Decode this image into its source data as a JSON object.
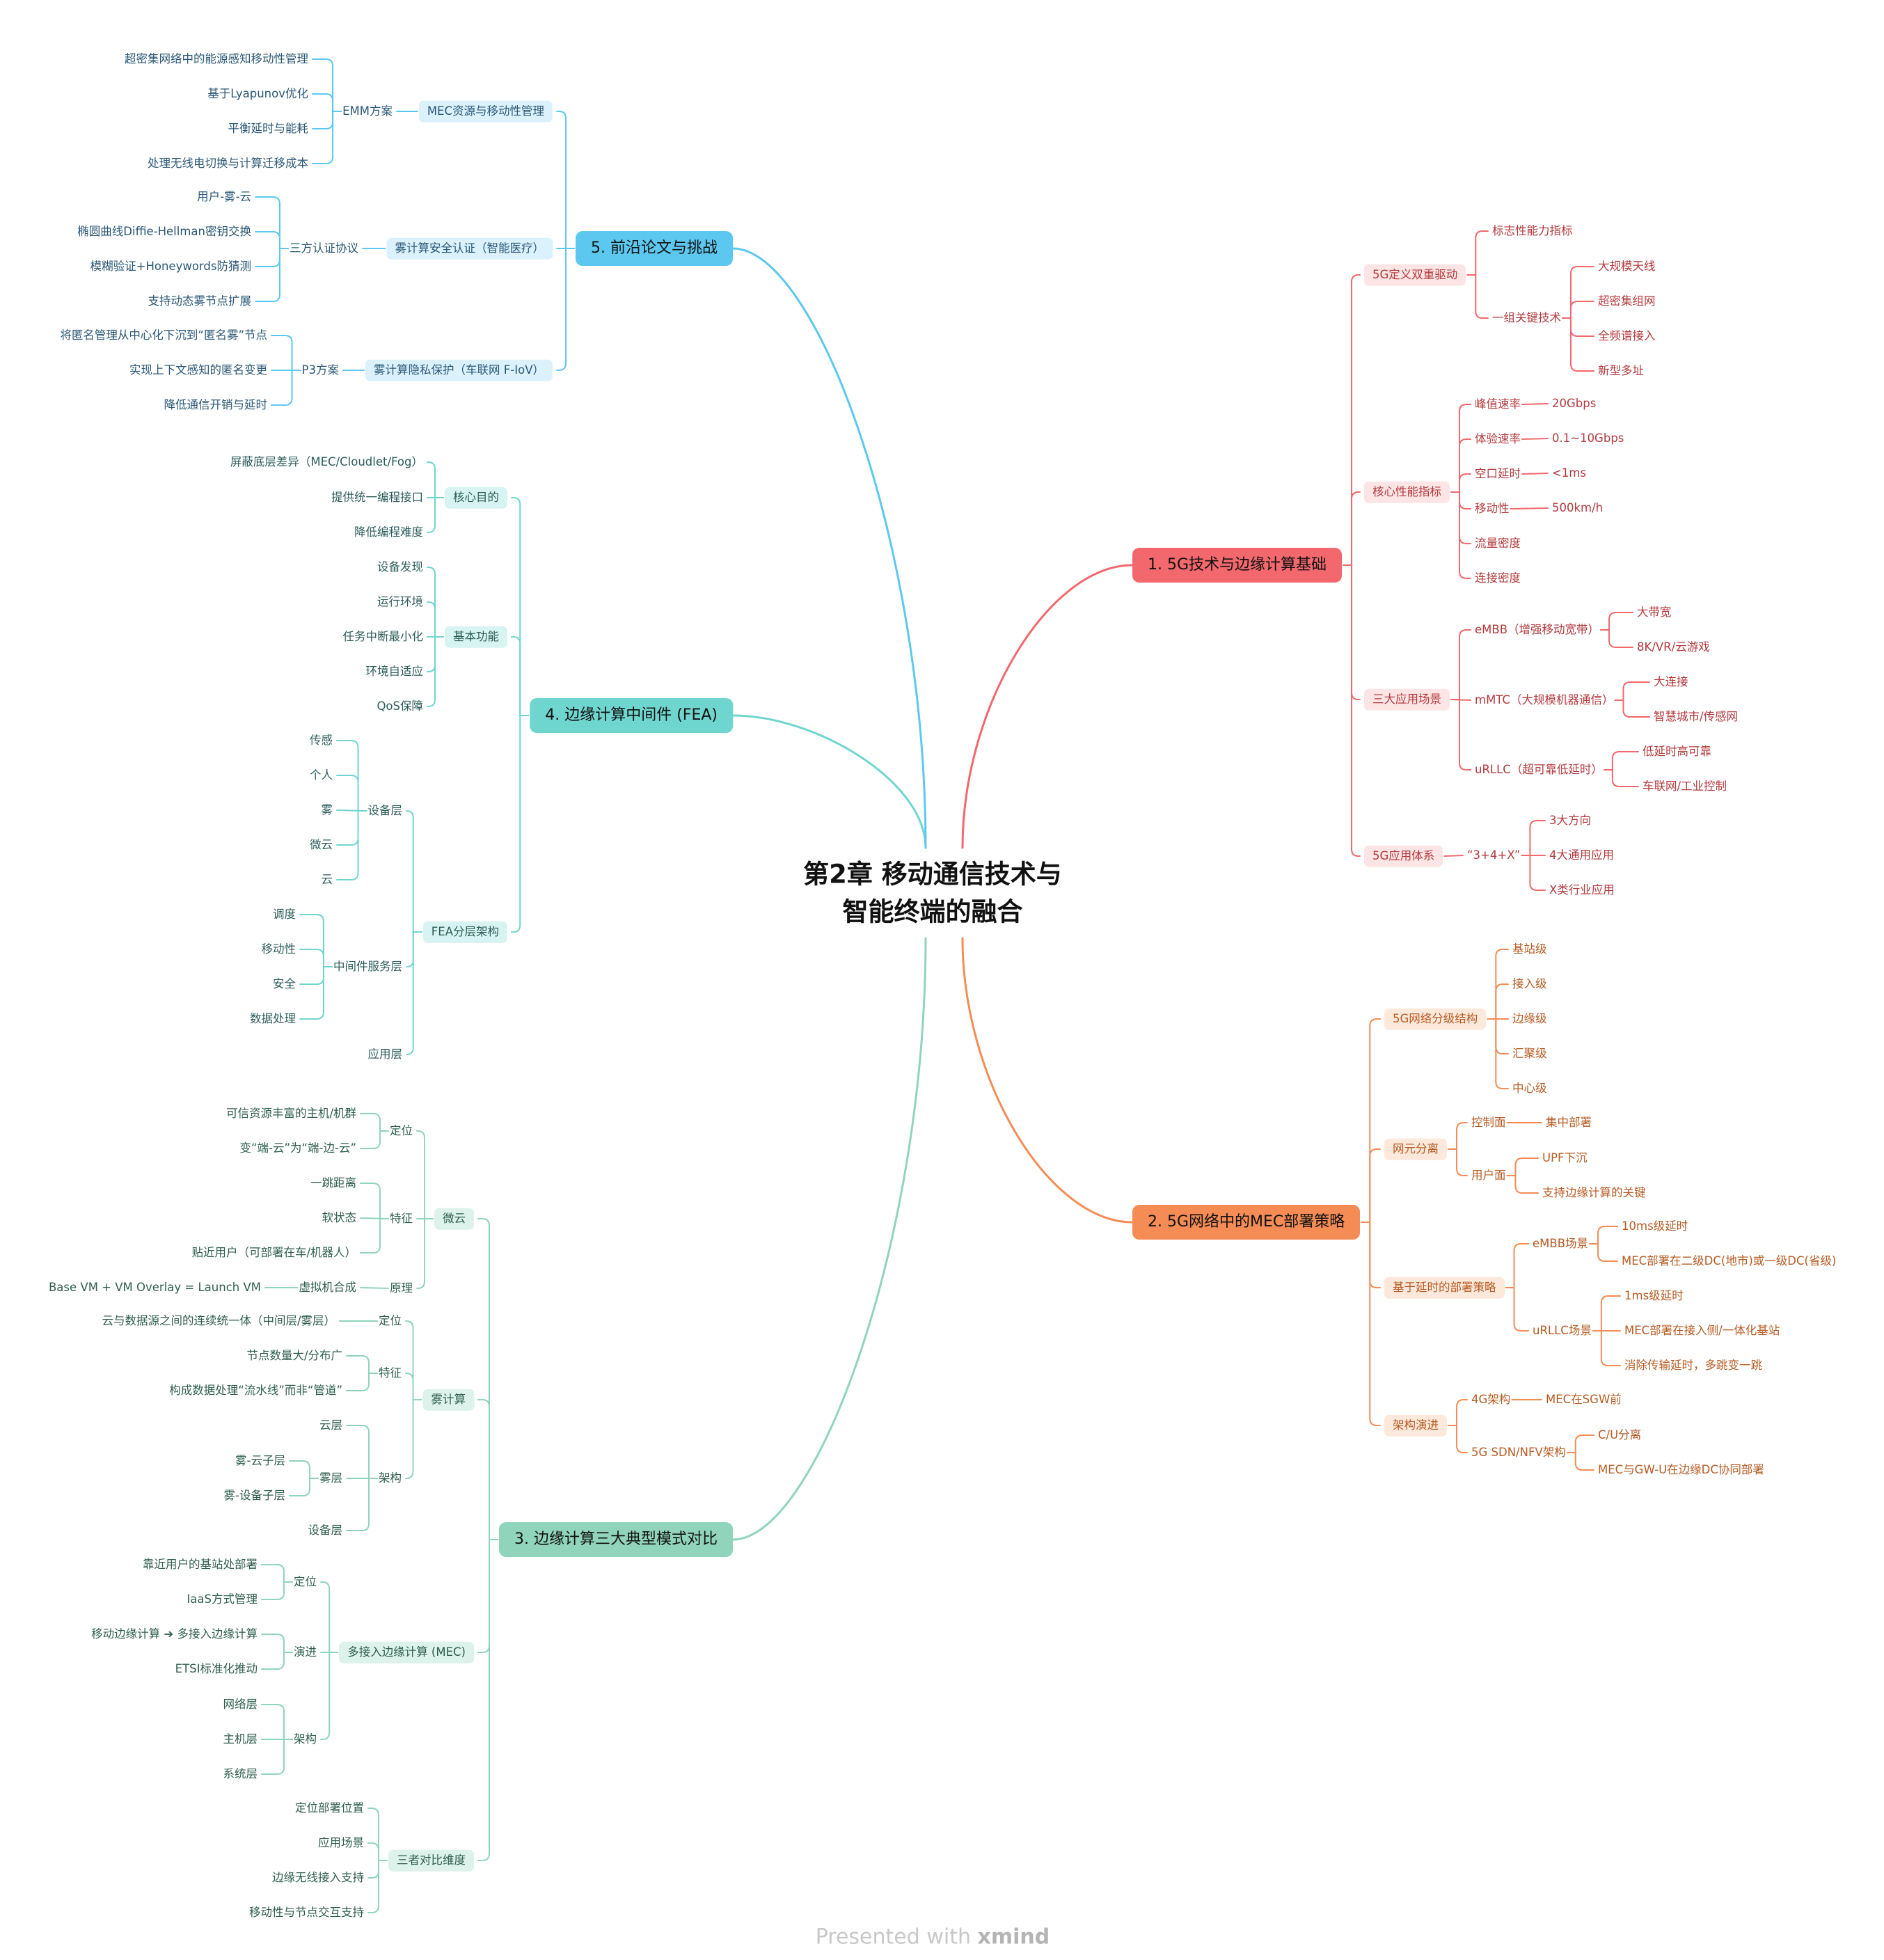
{
  "center": {
    "line1": "第2章 移动通信技术与",
    "line2": "智能终端的融合"
  },
  "footer": {
    "presented": "Presented with",
    "brand": "xmind"
  },
  "colors": {
    "red": "#f2686c",
    "red_bg": "#fde5e5",
    "red_text": "#b33a3e",
    "orange": "#f58c55",
    "orange_bg": "#fde9dc",
    "orange_text": "#b65c24",
    "green": "#8fd4bb",
    "green_bg": "#dcf2ea",
    "green_text": "#2f5e4f",
    "teal": "#6fd6cf",
    "teal_bg": "#d8f4f2",
    "teal_text": "#2c5d5a",
    "blue": "#5cc8f0",
    "blue_bg": "#dbf1fb",
    "blue_text": "#2b5876"
  },
  "branches": [
    {
      "label": "1. 5G技术与边缘计算基础",
      "side": "right",
      "color": "red",
      "children": [
        {
          "label": "5G定义双重驱动",
          "children": [
            {
              "label": "标志性能力指标"
            },
            {
              "label": "一组关键技术",
              "children": [
                {
                  "label": "大规模天线"
                },
                {
                  "label": "超密集组网"
                },
                {
                  "label": "全频谱接入"
                },
                {
                  "label": "新型多址"
                }
              ]
            }
          ]
        },
        {
          "label": "核心性能指标",
          "children": [
            {
              "label": "峰值速率",
              "children": [
                {
                  "label": "20Gbps"
                }
              ]
            },
            {
              "label": "体验速率",
              "children": [
                {
                  "label": "0.1~10Gbps"
                }
              ]
            },
            {
              "label": "空口延时",
              "children": [
                {
                  "label": "<1ms"
                }
              ]
            },
            {
              "label": "移动性",
              "children": [
                {
                  "label": "500km/h"
                }
              ]
            },
            {
              "label": "流量密度"
            },
            {
              "label": "连接密度"
            }
          ]
        },
        {
          "label": "三大应用场景",
          "children": [
            {
              "label": "eMBB（增强移动宽带）",
              "children": [
                {
                  "label": "大带宽"
                },
                {
                  "label": "8K/VR/云游戏"
                }
              ]
            },
            {
              "label": "mMTC（大规模机器通信）",
              "children": [
                {
                  "label": "大连接"
                },
                {
                  "label": "智慧城市/传感网"
                }
              ]
            },
            {
              "label": "uRLLC（超可靠低延时）",
              "children": [
                {
                  "label": "低延时高可靠"
                },
                {
                  "label": "车联网/工业控制"
                }
              ]
            }
          ]
        },
        {
          "label": "5G应用体系",
          "children": [
            {
              "label": "“3+4+X”",
              "children": [
                {
                  "label": "3大方向"
                },
                {
                  "label": "4大通用应用"
                },
                {
                  "label": "X类行业应用"
                }
              ]
            }
          ]
        }
      ]
    },
    {
      "label": "2. 5G网络中的MEC部署策略",
      "side": "right",
      "color": "orange",
      "children": [
        {
          "label": "5G网络分级结构",
          "children": [
            {
              "label": "基站级"
            },
            {
              "label": "接入级"
            },
            {
              "label": "边缘级"
            },
            {
              "label": "汇聚级"
            },
            {
              "label": "中心级"
            }
          ]
        },
        {
          "label": "网元分离",
          "children": [
            {
              "label": "控制面",
              "children": [
                {
                  "label": "集中部署"
                }
              ]
            },
            {
              "label": "用户面",
              "children": [
                {
                  "label": "UPF下沉"
                },
                {
                  "label": "支持边缘计算的关键"
                }
              ]
            }
          ]
        },
        {
          "label": "基于延时的部署策略",
          "children": [
            {
              "label": "eMBB场景",
              "children": [
                {
                  "label": "10ms级延时"
                },
                {
                  "label": "MEC部署在二级DC(地市)或一级DC(省级)"
                }
              ]
            },
            {
              "label": "uRLLC场景",
              "children": [
                {
                  "label": "1ms级延时"
                },
                {
                  "label": "MEC部署在接入侧/一体化基站"
                },
                {
                  "label": "消除传输延时，多跳变一跳"
                }
              ]
            }
          ]
        },
        {
          "label": "架构演进",
          "children": [
            {
              "label": "4G架构",
              "children": [
                {
                  "label": "MEC在SGW前"
                }
              ]
            },
            {
              "label": "5G SDN/NFV架构",
              "children": [
                {
                  "label": "C/U分离"
                },
                {
                  "label": "MEC与GW-U在边缘DC协同部署"
                }
              ]
            }
          ]
        }
      ]
    },
    {
      "label": "3. 边缘计算三大典型模式对比",
      "side": "left",
      "color": "green",
      "children": [
        {
          "label": "微云",
          "children": [
            {
              "label": "定位",
              "children": [
                {
                  "label": "可信资源丰富的主机/机群"
                },
                {
                  "label": "变“端-云”为“端-边-云”"
                }
              ]
            },
            {
              "label": "特征",
              "children": [
                {
                  "label": "一跳距离"
                },
                {
                  "label": "软状态"
                },
                {
                  "label": "贴近用户（可部署在车/机器人）"
                }
              ]
            },
            {
              "label": "原理",
              "children": [
                {
                  "label": "虚拟机合成",
                  "children": [
                    {
                      "label": "Base VM + VM Overlay = Launch VM"
                    }
                  ]
                }
              ]
            }
          ]
        },
        {
          "label": "雾计算",
          "children": [
            {
              "label": "定位",
              "children": [
                {
                  "label": "云与数据源之间的连续统一体（中间层/雾层）"
                }
              ]
            },
            {
              "label": "特征",
              "children": [
                {
                  "label": "节点数量大/分布广"
                },
                {
                  "label": "构成数据处理“流水线”而非“管道”"
                }
              ]
            },
            {
              "label": "架构",
              "children": [
                {
                  "label": "云层"
                },
                {
                  "label": "雾层",
                  "children": [
                    {
                      "label": "雾-云子层"
                    },
                    {
                      "label": "雾-设备子层"
                    }
                  ]
                },
                {
                  "label": "设备层"
                }
              ]
            }
          ]
        },
        {
          "label": "多接入边缘计算 (MEC)",
          "children": [
            {
              "label": "定位",
              "children": [
                {
                  "label": "靠近用户的基站处部署"
                },
                {
                  "label": "IaaS方式管理"
                }
              ]
            },
            {
              "label": "演进",
              "children": [
                {
                  "label": "移动边缘计算 ➔ 多接入边缘计算"
                },
                {
                  "label": "ETSI标准化推动"
                }
              ]
            },
            {
              "label": "架构",
              "children": [
                {
                  "label": "网络层"
                },
                {
                  "label": "主机层"
                },
                {
                  "label": "系统层"
                }
              ]
            }
          ]
        },
        {
          "label": "三者对比维度",
          "children": [
            {
              "label": "定位部署位置"
            },
            {
              "label": "应用场景"
            },
            {
              "label": "边缘无线接入支持"
            },
            {
              "label": "移动性与节点交互支持"
            }
          ]
        }
      ]
    },
    {
      "label": "4. 边缘计算中间件 (FEA)",
      "side": "left",
      "color": "teal",
      "children": [
        {
          "label": "核心目的",
          "children": [
            {
              "label": "屏蔽底层差异（MEC/Cloudlet/Fog）"
            },
            {
              "label": "提供统一编程接口"
            },
            {
              "label": "降低编程难度"
            }
          ]
        },
        {
          "label": "基本功能",
          "children": [
            {
              "label": "设备发现"
            },
            {
              "label": "运行环境"
            },
            {
              "label": "任务中断最小化"
            },
            {
              "label": "环境自适应"
            },
            {
              "label": "QoS保障"
            }
          ]
        },
        {
          "label": "FEA分层架构",
          "children": [
            {
              "label": "设备层",
              "children": [
                {
                  "label": "传感"
                },
                {
                  "label": "个人"
                },
                {
                  "label": "雾"
                },
                {
                  "label": "微云"
                },
                {
                  "label": "云"
                }
              ]
            },
            {
              "label": "中间件服务层",
              "children": [
                {
                  "label": "调度"
                },
                {
                  "label": "移动性"
                },
                {
                  "label": "安全"
                },
                {
                  "label": "数据处理"
                }
              ]
            },
            {
              "label": "应用层"
            }
          ]
        }
      ]
    },
    {
      "label": "5. 前沿论文与挑战",
      "side": "left",
      "color": "blue",
      "children": [
        {
          "label": "MEC资源与移动性管理",
          "children": [
            {
              "label": "EMM方案",
              "children": [
                {
                  "label": "超密集网络中的能源感知移动性管理"
                },
                {
                  "label": "基于Lyapunov优化"
                },
                {
                  "label": "平衡延时与能耗"
                },
                {
                  "label": "处理无线电切换与计算迁移成本"
                }
              ]
            }
          ]
        },
        {
          "label": "雾计算安全认证（智能医疗）",
          "children": [
            {
              "label": "三方认证协议",
              "children": [
                {
                  "label": "用户-雾-云"
                },
                {
                  "label": "椭圆曲线Diffie-Hellman密钥交换"
                },
                {
                  "label": "模糊验证+Honeywords防猜测"
                },
                {
                  "label": "支持动态雾节点扩展"
                }
              ]
            }
          ]
        },
        {
          "label": "雾计算隐私保护（车联网 F-IoV）",
          "children": [
            {
              "label": "P3方案",
              "children": [
                {
                  "label": "将匿名管理从中心化下沉到“匿名雾”节点"
                },
                {
                  "label": "实现上下文感知的匿名变更"
                },
                {
                  "label": "降低通信开销与延时"
                }
              ]
            }
          ]
        }
      ]
    }
  ]
}
